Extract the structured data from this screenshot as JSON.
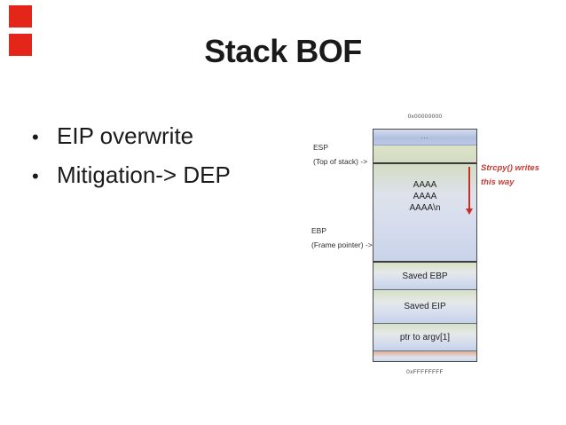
{
  "slide": {
    "title": "Stack BOF",
    "bullet_char": "•",
    "bullets": [
      "EIP overwrite",
      "Mitigation-> DEP"
    ]
  },
  "diagram": {
    "top_address": "0x00000000",
    "bottom_address": "0xFFFFFFFF",
    "esp_label": {
      "line1": "ESP",
      "line2": "(Top of stack) ->"
    },
    "ebp_label": {
      "line1": "EBP",
      "line2": "(Frame pointer) ->"
    },
    "annotation": {
      "line1": "Strcpy() writes",
      "line2": "this way"
    },
    "rows": [
      {
        "name": "top",
        "text": "..."
      },
      {
        "name": "free-space",
        "text": ""
      },
      {
        "name": "buffer",
        "lines": [
          "AAAA",
          "AAAA",
          "AAAA\\n"
        ]
      },
      {
        "name": "saved-ebp",
        "text": "Saved EBP"
      },
      {
        "name": "saved-eip",
        "text": "Saved EIP"
      },
      {
        "name": "ptr-argv",
        "text": "ptr to argv[1]"
      },
      {
        "name": "bottom",
        "text": ""
      }
    ]
  },
  "colors": {
    "marker_red": "#e32619",
    "arrow_red": "#d02b20",
    "annotation_red": "#c43b33",
    "cell_green": "#d6dfc4",
    "cell_blue": "#c6d2e9",
    "cell_top_blue": "#b0c0e0",
    "cell_salmon": "#dfb3a0"
  }
}
